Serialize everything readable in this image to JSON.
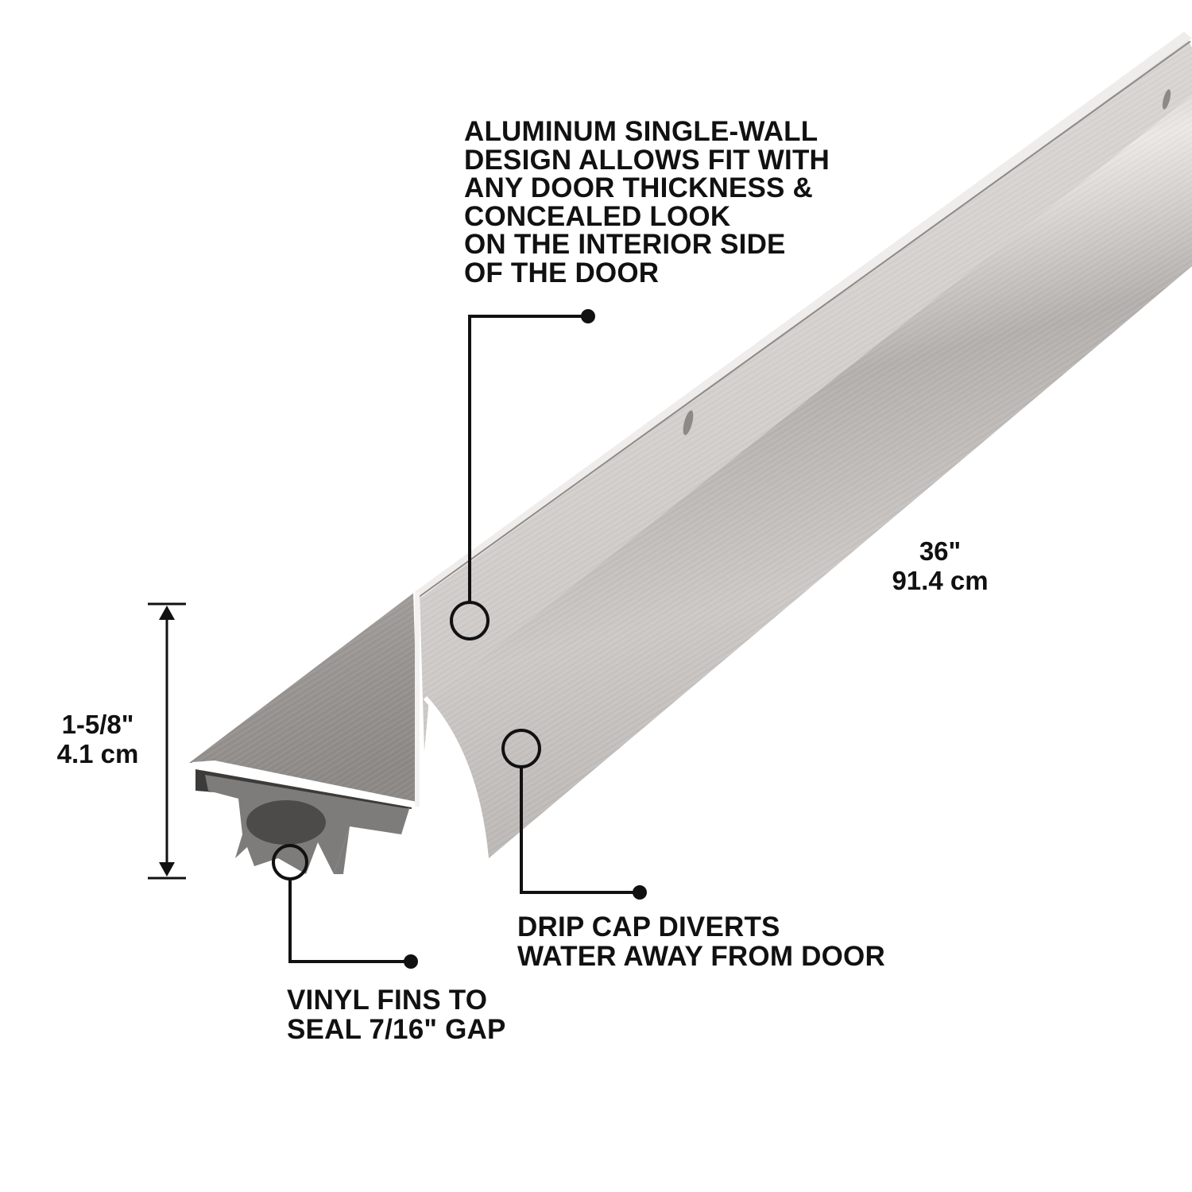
{
  "product": {
    "name": "Aluminum door sweep with drip cap",
    "colors": {
      "aluminum_light": "#d9d6d3",
      "aluminum_mid": "#b9b5b2",
      "aluminum_dark": "#8f8b88",
      "vinyl": "#7d7b7a",
      "vinyl_dark": "#4f4d4c",
      "callout_line": "#111111",
      "background": "#ffffff"
    }
  },
  "callouts": {
    "top": {
      "lines": [
        "ALUMINUM SINGLE-WALL",
        "DESIGN ALLOWS FIT WITH",
        "ANY DOOR THICKNESS &",
        "CONCEALED LOOK",
        "ON THE INTERIOR SIDE",
        "OF THE DOOR"
      ]
    },
    "drip_cap": {
      "lines": [
        "DRIP CAP DIVERTS",
        "WATER AWAY FROM DOOR"
      ]
    },
    "vinyl_fins": {
      "lines": [
        "VINYL FINS TO",
        "SEAL 7/16\" GAP"
      ]
    }
  },
  "dimensions": {
    "length": {
      "imperial": "36\"",
      "metric": "91.4 cm"
    },
    "height": {
      "imperial": "1-5/8\"",
      "metric": "4.1 cm"
    }
  }
}
